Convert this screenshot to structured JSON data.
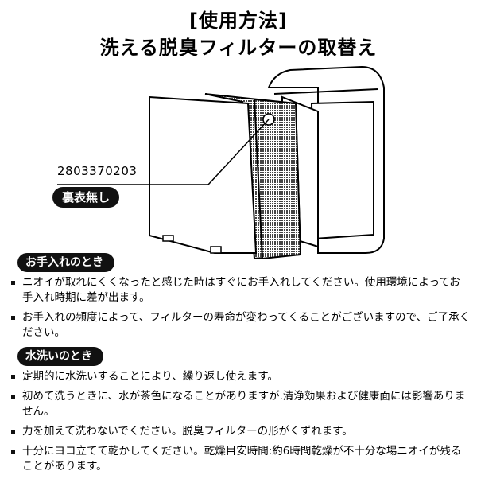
{
  "header": {
    "title": "[使用方法]",
    "subtitle": "洗える脱臭フィルターの取替え"
  },
  "illustration": {
    "part_number": "2803370203",
    "both_sides_label": "裏表無し"
  },
  "section_care": {
    "heading": "お手入れのとき",
    "items": [
      "ニオイが取れにくくなったと感じた時はすぐにお手入れしてください。使用環境によってお手入れ時期に差が出ます。",
      "お手入れの頻度によって、フィルターの寿命が変わってくることがございますので、ご了承ください。"
    ]
  },
  "section_wash": {
    "heading": "水洗いのとき",
    "items": [
      "定期的に水洗いすることにより、繰り返し使えます。",
      "初めて洗うときに、水が茶色になることがありますが.清浄効果および健康面には影響ありません。",
      "力を加えて洗わないでください。脱臭フィルターの形がくずれます。",
      "十分にヨコ立てて乾かしてください。乾燥目安時間:約6時間乾燥が不十分な場ニオイが残ることがあります。"
    ]
  }
}
